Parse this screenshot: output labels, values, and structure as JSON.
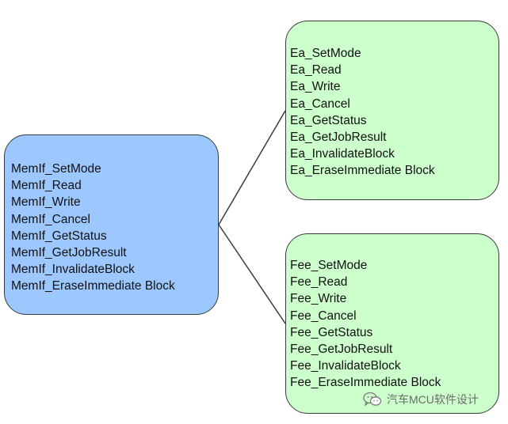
{
  "memif": {
    "items": [
      "MemIf_SetMode",
      "MemIf_Read",
      "MemIf_Write",
      "MemIf_Cancel",
      "MemIf_GetStatus",
      "MemIf_GetJobResult",
      "MemIf_InvalidateBlock",
      "MemIf_EraseImmediate Block"
    ]
  },
  "ea": {
    "items": [
      "Ea_SetMode",
      "Ea_Read",
      "Ea_Write",
      "Ea_Cancel",
      "Ea_GetStatus",
      "Ea_GetJobResult",
      "Ea_InvalidateBlock",
      "Ea_EraseImmediate Block"
    ]
  },
  "fee": {
    "items": [
      "Fee_SetMode",
      "Fee_Read",
      "Fee_Write",
      "Fee_Cancel",
      "Fee_GetStatus",
      "Fee_GetJobResult",
      "Fee_InvalidateBlock",
      "Fee_EraseImmediate Block"
    ]
  },
  "watermark": {
    "icon": "wechat-icon",
    "text": "汽车MCU软件设计"
  },
  "colors": {
    "memif_fill": "#9cc8ff",
    "lower_layer_fill": "#ccffcc",
    "border": "#3a3a3a"
  }
}
